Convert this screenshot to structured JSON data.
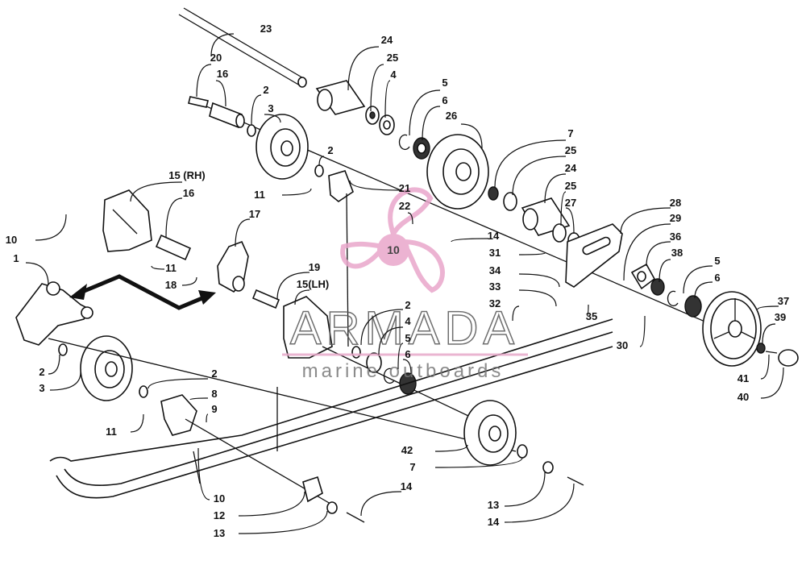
{
  "watermark": {
    "brand": "ARMADA",
    "tagline": "marine outboards",
    "logo_number": "10",
    "accent_color": "#e9a6cb"
  },
  "callouts": [
    {
      "id": "c23",
      "label": "23"
    },
    {
      "id": "c24a",
      "label": "24"
    },
    {
      "id": "c25a",
      "label": "25"
    },
    {
      "id": "c4a",
      "label": "4"
    },
    {
      "id": "c5a",
      "label": "5"
    },
    {
      "id": "c6a",
      "label": "6"
    },
    {
      "id": "c26",
      "label": "26"
    },
    {
      "id": "c20",
      "label": "20"
    },
    {
      "id": "c16a",
      "label": "16"
    },
    {
      "id": "c2a",
      "label": "2"
    },
    {
      "id": "c3a",
      "label": "3"
    },
    {
      "id": "c2b",
      "label": "2"
    },
    {
      "id": "c7a",
      "label": "7"
    },
    {
      "id": "c25b",
      "label": "25"
    },
    {
      "id": "c24b",
      "label": "24"
    },
    {
      "id": "c25c",
      "label": "25"
    },
    {
      "id": "c27",
      "label": "27"
    },
    {
      "id": "c15rh",
      "label": "15 (RH)"
    },
    {
      "id": "c16b",
      "label": "16"
    },
    {
      "id": "c11a",
      "label": "11"
    },
    {
      "id": "c21",
      "label": "21"
    },
    {
      "id": "c22",
      "label": "22"
    },
    {
      "id": "c17",
      "label": "17"
    },
    {
      "id": "c14a",
      "label": "14"
    },
    {
      "id": "c28",
      "label": "28"
    },
    {
      "id": "c29",
      "label": "29"
    },
    {
      "id": "c10a",
      "label": "10"
    },
    {
      "id": "c1",
      "label": "1"
    },
    {
      "id": "c11b",
      "label": "11"
    },
    {
      "id": "c18",
      "label": "18"
    },
    {
      "id": "c19",
      "label": "19"
    },
    {
      "id": "c15lh",
      "label": "15(LH)"
    },
    {
      "id": "c31",
      "label": "31"
    },
    {
      "id": "c36",
      "label": "36"
    },
    {
      "id": "c34",
      "label": "34"
    },
    {
      "id": "c38",
      "label": "38"
    },
    {
      "id": "c5b",
      "label": "5"
    },
    {
      "id": "c6b",
      "label": "6"
    },
    {
      "id": "c33",
      "label": "33"
    },
    {
      "id": "c32",
      "label": "32"
    },
    {
      "id": "c35",
      "label": "35"
    },
    {
      "id": "c37",
      "label": "37"
    },
    {
      "id": "c2c",
      "label": "2"
    },
    {
      "id": "c4b",
      "label": "4"
    },
    {
      "id": "c5c",
      "label": "5"
    },
    {
      "id": "c6c",
      "label": "6"
    },
    {
      "id": "c39",
      "label": "39"
    },
    {
      "id": "c30",
      "label": "30"
    },
    {
      "id": "c2d",
      "label": "2"
    },
    {
      "id": "c3b",
      "label": "3"
    },
    {
      "id": "c2e",
      "label": "2"
    },
    {
      "id": "c8",
      "label": "8"
    },
    {
      "id": "c9",
      "label": "9"
    },
    {
      "id": "c41",
      "label": "41"
    },
    {
      "id": "c40",
      "label": "40"
    },
    {
      "id": "c11c",
      "label": "11"
    },
    {
      "id": "c42",
      "label": "42"
    },
    {
      "id": "c7b",
      "label": "7"
    },
    {
      "id": "c10b",
      "label": "10"
    },
    {
      "id": "c14b",
      "label": "14"
    },
    {
      "id": "c12",
      "label": "12"
    },
    {
      "id": "c13a",
      "label": "13"
    },
    {
      "id": "c13b",
      "label": "13"
    },
    {
      "id": "c14c",
      "label": "14"
    }
  ]
}
